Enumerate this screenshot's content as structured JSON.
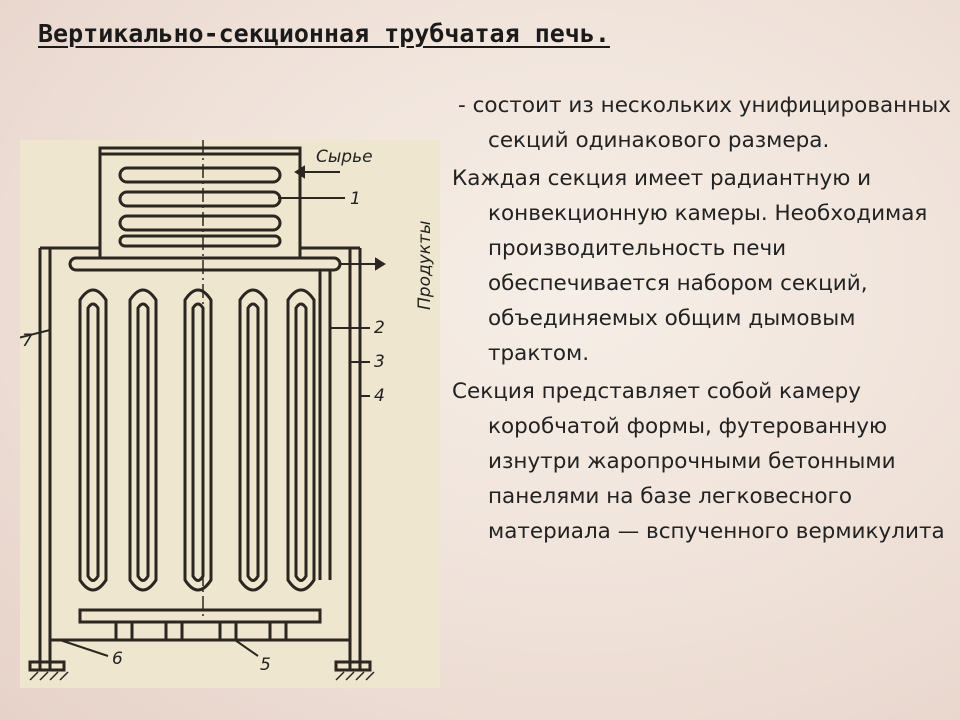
{
  "slide": {
    "title": "Вертикально-секционная трубчатая печь.",
    "paragraphs": [
      "- состоит из нескольких унифицированных секций одинакового размера.",
      "Каждая секция имеет радиантную и конвекционную камеры. Необходимая производительность печи обеспечивается набором секций, объединяемых общим дымовым трактом.",
      "Секция представляет собой камеру коробчатой формы, футерованную изнутри жаропрочными бетонными панелями на базе легковесного материала — вспученного вермикулита"
    ]
  },
  "diagram": {
    "labels": {
      "feed": "Сырье",
      "products": "Продукты",
      "n1": "1",
      "n2": "2",
      "n3": "3",
      "n4": "4",
      "n5": "5",
      "n6": "6",
      "n7": "7"
    }
  }
}
